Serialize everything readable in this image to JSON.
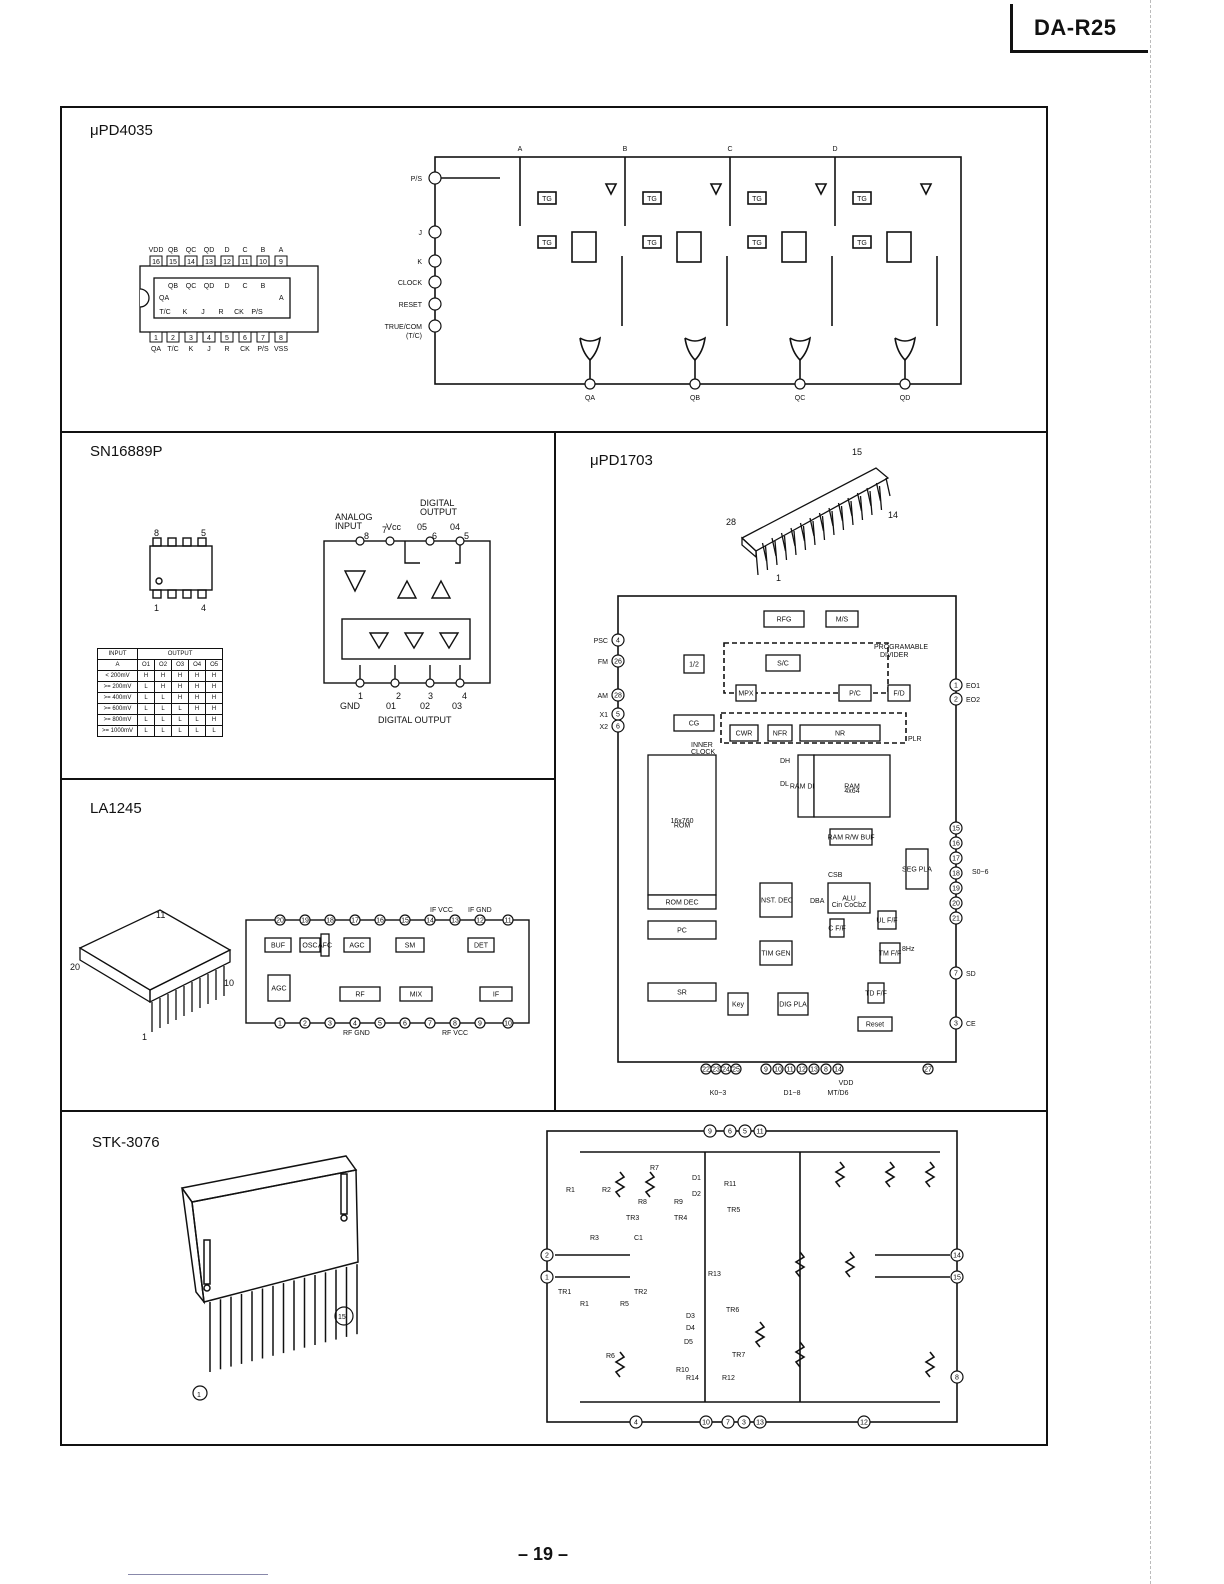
{
  "header": {
    "model": "DA-R25"
  },
  "sections": {
    "upd4035": {
      "title": "μPD4035",
      "pins_top": [
        "VDD",
        "QB",
        "QC",
        "QD",
        "D",
        "C",
        "B",
        "A"
      ],
      "pins_top_nums": [
        "16",
        "15",
        "14",
        "13",
        "12",
        "11",
        "10",
        "9"
      ],
      "pins_bottom": [
        "QA",
        "T/C",
        "K",
        "J",
        "R",
        "CK",
        "P/S",
        "VSS"
      ],
      "pins_bottom_nums": [
        "1",
        "2",
        "3",
        "4",
        "5",
        "6",
        "7",
        "8"
      ],
      "inner_top": [
        "QB",
        "QC",
        "QD",
        "D",
        "C",
        "B"
      ],
      "inner_mid_left": "QA",
      "inner_mid_right": "A",
      "inner_bottom": [
        "T/C",
        "K",
        "J",
        "R",
        "CK",
        "P/S"
      ],
      "inputs": [
        "P/S",
        "J",
        "K",
        "CLOCK",
        "RESET",
        "TRUE/COM",
        "(T/C)"
      ],
      "top_labels": [
        "A",
        "B",
        "C",
        "D"
      ],
      "outputs": [
        "QA",
        "QB",
        "QC",
        "QD"
      ],
      "tg": "TG"
    },
    "sn16889p": {
      "title": "SN16889P",
      "pin_labels": [
        "8",
        "5",
        "1",
        "4"
      ],
      "analog_input": [
        "ANALOG",
        "INPUT"
      ],
      "vcc": "Vcc",
      "digital_output_top": [
        "DIGITAL",
        "OUTPUT"
      ],
      "top_out": [
        "05",
        "04"
      ],
      "top_pins": [
        "8",
        "7",
        "6",
        "5"
      ],
      "bottom_pins": [
        "1",
        "2",
        "3",
        "4"
      ],
      "bottom_out": [
        "01",
        "02",
        "03"
      ],
      "gnd": "GND",
      "digital_output_bottom": "DIGITAL OUTPUT",
      "table": {
        "header1": [
          "INPUT",
          "OUTPUT"
        ],
        "header2": [
          "A",
          "O1",
          "O2",
          "O3",
          "O4",
          "O5"
        ],
        "rows": [
          [
            "< 200mV",
            "H",
            "H",
            "H",
            "H",
            "H"
          ],
          [
            ">= 200mV",
            "L",
            "H",
            "H",
            "H",
            "H"
          ],
          [
            ">= 400mV",
            "L",
            "L",
            "H",
            "H",
            "H"
          ],
          [
            ">= 600mV",
            "L",
            "L",
            "L",
            "H",
            "H"
          ],
          [
            ">= 800mV",
            "L",
            "L",
            "L",
            "L",
            "H"
          ],
          [
            ">= 1000mV",
            "L",
            "L",
            "L",
            "L",
            "L"
          ]
        ]
      }
    },
    "upd1703": {
      "title": "μPD1703",
      "pkg_pins": [
        "15",
        "28",
        "14",
        "1"
      ],
      "inputs": [
        {
          "label": "PSC",
          "pin": "4"
        },
        {
          "label": "FM",
          "pin": "26"
        },
        {
          "label": "AM",
          "pin": "28"
        },
        {
          "label": "X1",
          "pin": "5"
        },
        {
          "label": "X2",
          "pin": "6"
        }
      ],
      "outputs": [
        {
          "label": "EO1",
          "pin": "1"
        },
        {
          "label": "EO2",
          "pin": "2"
        },
        {
          "label": "SD",
          "pin": "7"
        },
        {
          "label": "CE",
          "pin": "3"
        }
      ],
      "seg_pins": [
        "15",
        "16",
        "17",
        "18",
        "19",
        "20",
        "21"
      ],
      "seg_label": "S0~6",
      "blocks": [
        "RFG",
        "M/S",
        "S/C",
        "P/C",
        "MPX",
        "F/D",
        "CG",
        "CWR",
        "NFR",
        "NR",
        "ROM",
        "16x760",
        "ROM DEC",
        "PC",
        "SR",
        "RAM DEC",
        "RAM",
        "4x64",
        "RAM R/W BUF",
        "ALU",
        "Cin CoCbZ",
        "INST. DEC",
        "TIM GEN",
        "SEG PLA",
        "TM F/F",
        "TD F/F",
        "Reset",
        "Key",
        "DIG PLA",
        "UL F/F",
        "C F/F",
        "DH",
        "DL",
        "CSB",
        "DBA",
        "1/2",
        "8Hz"
      ],
      "labels": [
        "PROGRAMABLE",
        "DIVIDER",
        "PLR",
        "INNER",
        "CLOCK"
      ],
      "bottom_pins": [
        "22",
        "23",
        "24",
        "25",
        "9",
        "10",
        "11",
        "12",
        "13",
        "8",
        "14",
        "27"
      ],
      "bottom_labels": [
        "K0~3",
        "D1~8",
        "VDD",
        "MT/D6"
      ]
    },
    "la1245": {
      "title": "LA1245",
      "pkg_pins": [
        "11",
        "20",
        "10",
        "1"
      ],
      "top_pins": [
        "20",
        "19",
        "18",
        "17",
        "16",
        "15",
        "14",
        "13",
        "12",
        "11"
      ],
      "bottom_pins": [
        "1",
        "2",
        "3",
        "4",
        "5",
        "6",
        "7",
        "8",
        "9",
        "10"
      ],
      "blocks": [
        "BUF",
        "OSC",
        "AFC",
        "AGC",
        "SM",
        "DET",
        "AGC",
        "RF",
        "MIX",
        "IF"
      ],
      "labels": [
        "IF VCC",
        "IF GND",
        "RF GND",
        "RF VCC"
      ]
    },
    "stk3076": {
      "title": "STK-3076",
      "pkg_pins": [
        "15",
        "1"
      ],
      "top_pins": [
        "9",
        "6",
        "5",
        "11"
      ],
      "left_pins": [
        "2",
        "1"
      ],
      "right_pins": [
        "14",
        "15",
        "8"
      ],
      "bottom_pins": [
        "4",
        "10",
        "7",
        "3",
        "13",
        "12"
      ],
      "parts": [
        "R1",
        "R2",
        "R7",
        "D1",
        "R11",
        "R8",
        "R9",
        "D2",
        "TR3",
        "TR4",
        "TR5",
        "R3",
        "C1",
        "R13",
        "TR1",
        "R1",
        "R5",
        "TR2",
        "TR6",
        "D3",
        "D4",
        "D5",
        "R6",
        "TR7",
        "R10",
        "R14",
        "R12"
      ]
    }
  },
  "footer": {
    "page": "– 19 –"
  }
}
